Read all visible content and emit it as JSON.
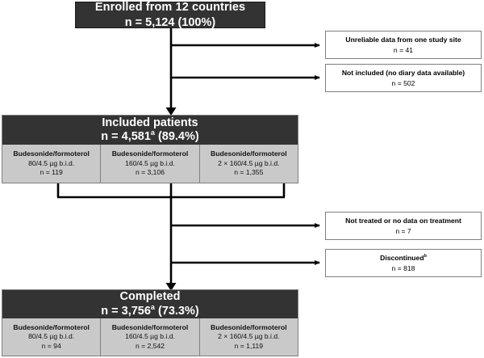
{
  "figure": {
    "type": "patient-flow-diagram",
    "colors": {
      "dark_box": "#333333",
      "light_box": "#c9c9c9",
      "border": "#808080",
      "connector": "#000000",
      "white_box": "#ffffff",
      "dark_text": "#ffffff"
    }
  },
  "enrolled": {
    "title": "Enrolled from 12 countries",
    "count": "n = 5,124 (100%)"
  },
  "exclusions_top": [
    {
      "reason": "Unreliable data from one study site",
      "count": "n = 41"
    },
    {
      "reason": "Not included (no diary data available)",
      "count": "n = 502"
    }
  ],
  "included": {
    "title": "Included patients",
    "count_prefix": "n = 4,581",
    "count_sup": "a",
    "count_suffix": " (89.4%)",
    "arms": [
      {
        "drug": "Budesonide/formoterol",
        "dose": "80/4.5 µg b.i.d.",
        "count": "n = 119"
      },
      {
        "drug": "Budesonide/formoterol",
        "dose": "160/4.5 µg b.i.d.",
        "count": "n = 3,106"
      },
      {
        "drug": "Budesonide/formoterol",
        "dose": "2 × 160/4.5 µg b.i.d.",
        "count": "n = 1,355"
      }
    ]
  },
  "exclusions_mid": [
    {
      "reason": "Not treated or no data on treatment",
      "reason_sup": "",
      "count": "n = 7"
    },
    {
      "reason": "Discontinued",
      "reason_sup": "b",
      "count": "n = 818"
    }
  ],
  "completed": {
    "title": "Completed",
    "count_prefix": "n = 3,756",
    "count_sup": "a",
    "count_suffix": " (73.3%)",
    "arms": [
      {
        "drug": "Budesonide/formoterol",
        "dose": "80/4.5 µg b.i.d.",
        "count": "n = 94"
      },
      {
        "drug": "Budesonide/formoterol",
        "dose": "160/4.5 µg b.i.d.",
        "count": "n = 2,542"
      },
      {
        "drug": "Budesonide/formoterol",
        "dose": "2 × 160/4.5 µg b.i.d.",
        "count": "n = 1,119"
      }
    ]
  }
}
